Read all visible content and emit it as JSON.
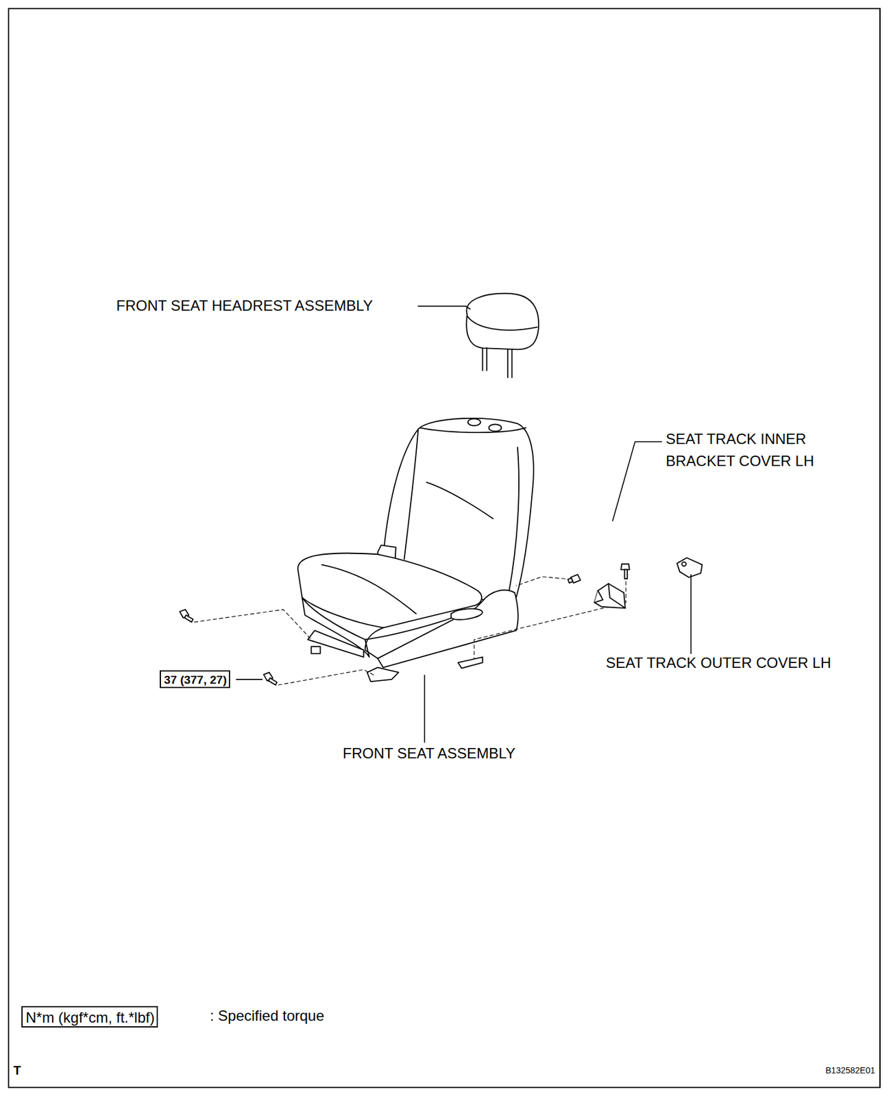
{
  "diagram": {
    "nodes": [
      {
        "text": [
          "37 (377, 27)"
        ]
      },
      {
        "text": [
          "N*m (kgf*cm, ft.*lbf)"
        ]
      }
    ],
    "labels": [
      "FRONT SEAT HEADREST ASSEMBLY",
      "SEAT TRACK INNER BRACKET COVER LH",
      "SEAT TRACK OUTER COVER LH",
      "FRONT SEAT ASSEMBLY",
      ": Specified torque",
      "T",
      "B132582E01"
    ]
  }
}
